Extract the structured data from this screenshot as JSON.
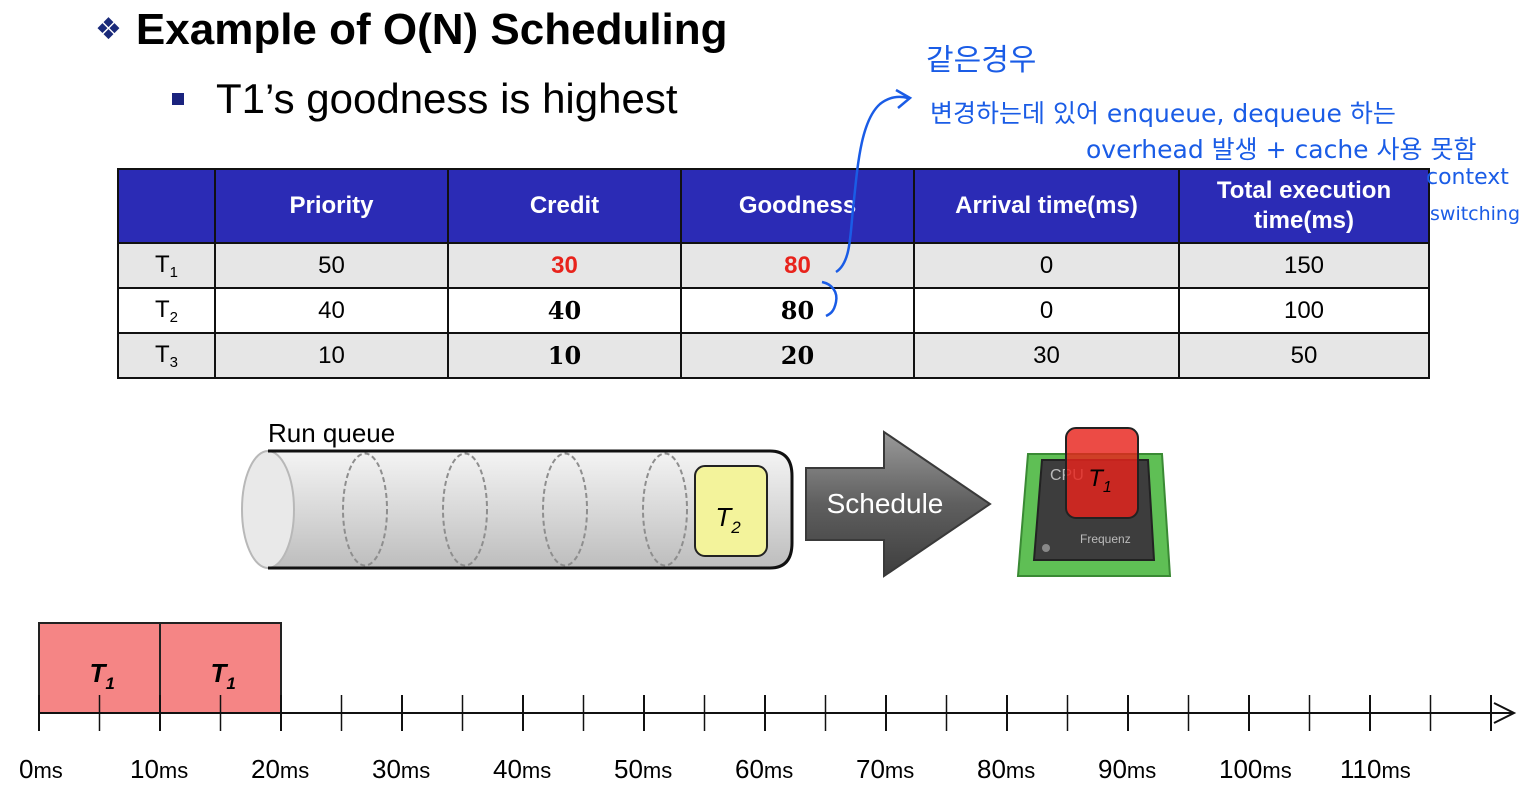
{
  "title": "Example of O(N) Scheduling",
  "title_bullet": "❖",
  "subtitle": "T1’s goodness is highest",
  "table": {
    "headers": [
      "",
      "Priority",
      "Credit",
      "Goodness",
      "Arrival time(ms)",
      "Total execution time(ms)"
    ],
    "rows": [
      {
        "task": "T",
        "sub": "1",
        "priority": "50",
        "credit": "30",
        "goodness": "80",
        "arrival": "0",
        "total": "150"
      },
      {
        "task": "T",
        "sub": "2",
        "priority": "40",
        "credit": "40",
        "goodness": "80",
        "arrival": "0",
        "total": "100"
      },
      {
        "task": "T",
        "sub": "3",
        "priority": "10",
        "credit": "10",
        "goodness": "20",
        "arrival": "30",
        "total": "50"
      }
    ]
  },
  "run_queue": {
    "label": "Run queue",
    "task": "T",
    "task_sub": "2"
  },
  "schedule_label": "Schedule",
  "cpu": {
    "label": "CPU",
    "brand": "Frequenz",
    "task": "T",
    "task_sub": "1"
  },
  "timeline": {
    "blocks": [
      {
        "task": "T",
        "sub": "1",
        "start": 0,
        "end": 10
      },
      {
        "task": "T",
        "sub": "1",
        "start": 10,
        "end": 20
      }
    ],
    "tick_labels": [
      {
        "value": "0",
        "unit": "ms"
      },
      {
        "value": "10",
        "unit": "ms"
      },
      {
        "value": "20",
        "unit": "ms"
      },
      {
        "value": "30",
        "unit": "ms"
      },
      {
        "value": "40",
        "unit": "ms"
      },
      {
        "value": "50",
        "unit": "ms"
      },
      {
        "value": "60",
        "unit": "ms"
      },
      {
        "value": "70",
        "unit": "ms"
      },
      {
        "value": "80",
        "unit": "ms"
      },
      {
        "value": "90",
        "unit": "ms"
      },
      {
        "value": "100",
        "unit": "ms"
      },
      {
        "value": "110",
        "unit": "ms"
      }
    ]
  },
  "annotation": {
    "line1": "같은경우",
    "line2": "변경하는데 있어 enqueue, dequeue 하는",
    "line3": "overhead 발생 + cache 사용 못함",
    "line4": "context",
    "line5": "switching"
  },
  "colors": {
    "header_bg": "#2b2bb5",
    "highlight": "#e8231c",
    "t1_block": "#f58585",
    "t2_block": "#f3f39b",
    "annotation": "#1a5ce6"
  }
}
